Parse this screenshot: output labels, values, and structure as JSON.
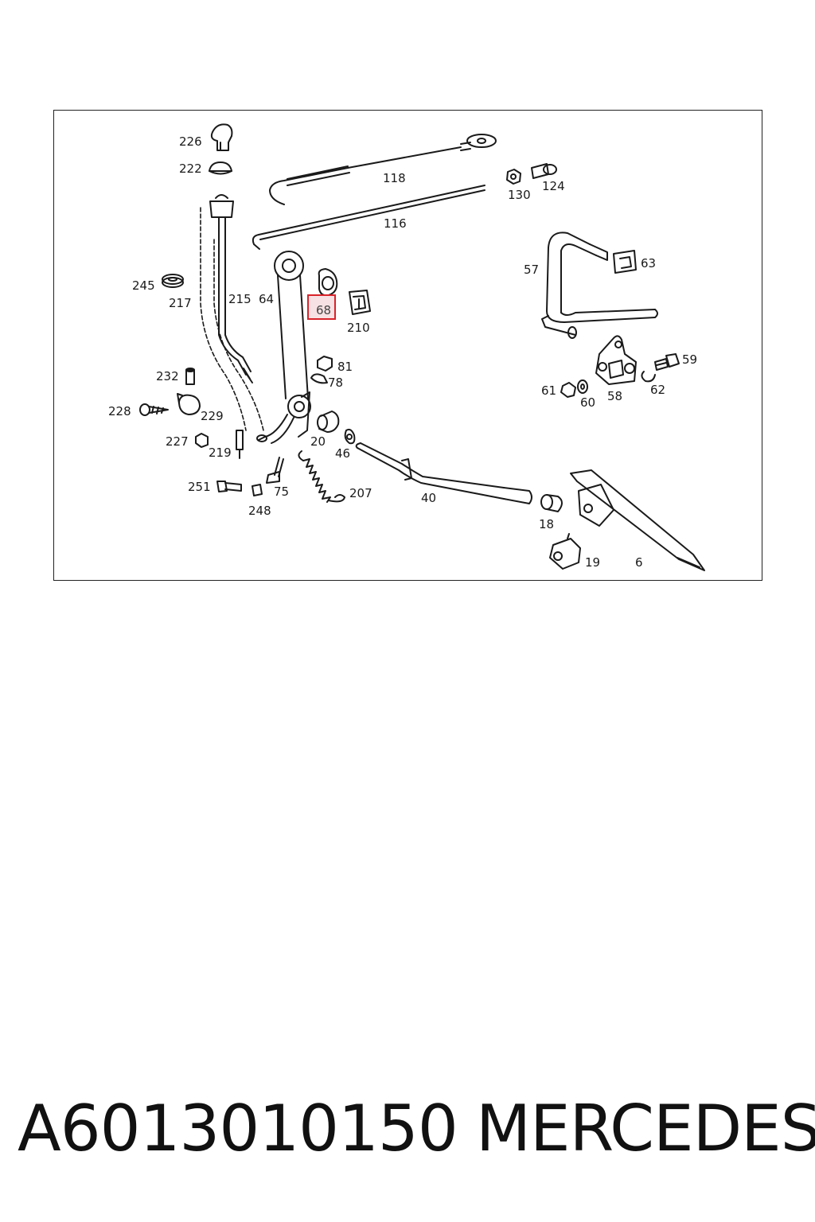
{
  "diagram": {
    "highlighted_part": "68",
    "highlight_color": "#d9232b",
    "labels": {
      "p226": "226",
      "p222": "222",
      "p118": "118",
      "p130": "130",
      "p124": "124",
      "p116": "116",
      "p245": "245",
      "p217": "217",
      "p215": "215",
      "p64": "64",
      "p68": "68",
      "p210": "210",
      "p57": "57",
      "p63": "63",
      "p232": "232",
      "p81": "81",
      "p78": "78",
      "p59": "59",
      "p228": "228",
      "p229": "229",
      "p61": "61",
      "p60": "60",
      "p58": "58",
      "p62": "62",
      "p227": "227",
      "p219": "219",
      "p20": "20",
      "p46": "46",
      "p251": "251",
      "p75": "75",
      "p207": "207",
      "p40": "40",
      "p248": "248",
      "p18": "18",
      "p19": "19",
      "p6": "6"
    }
  },
  "footer": {
    "part_number": "A6013010150",
    "brand": "MERCEDES"
  }
}
